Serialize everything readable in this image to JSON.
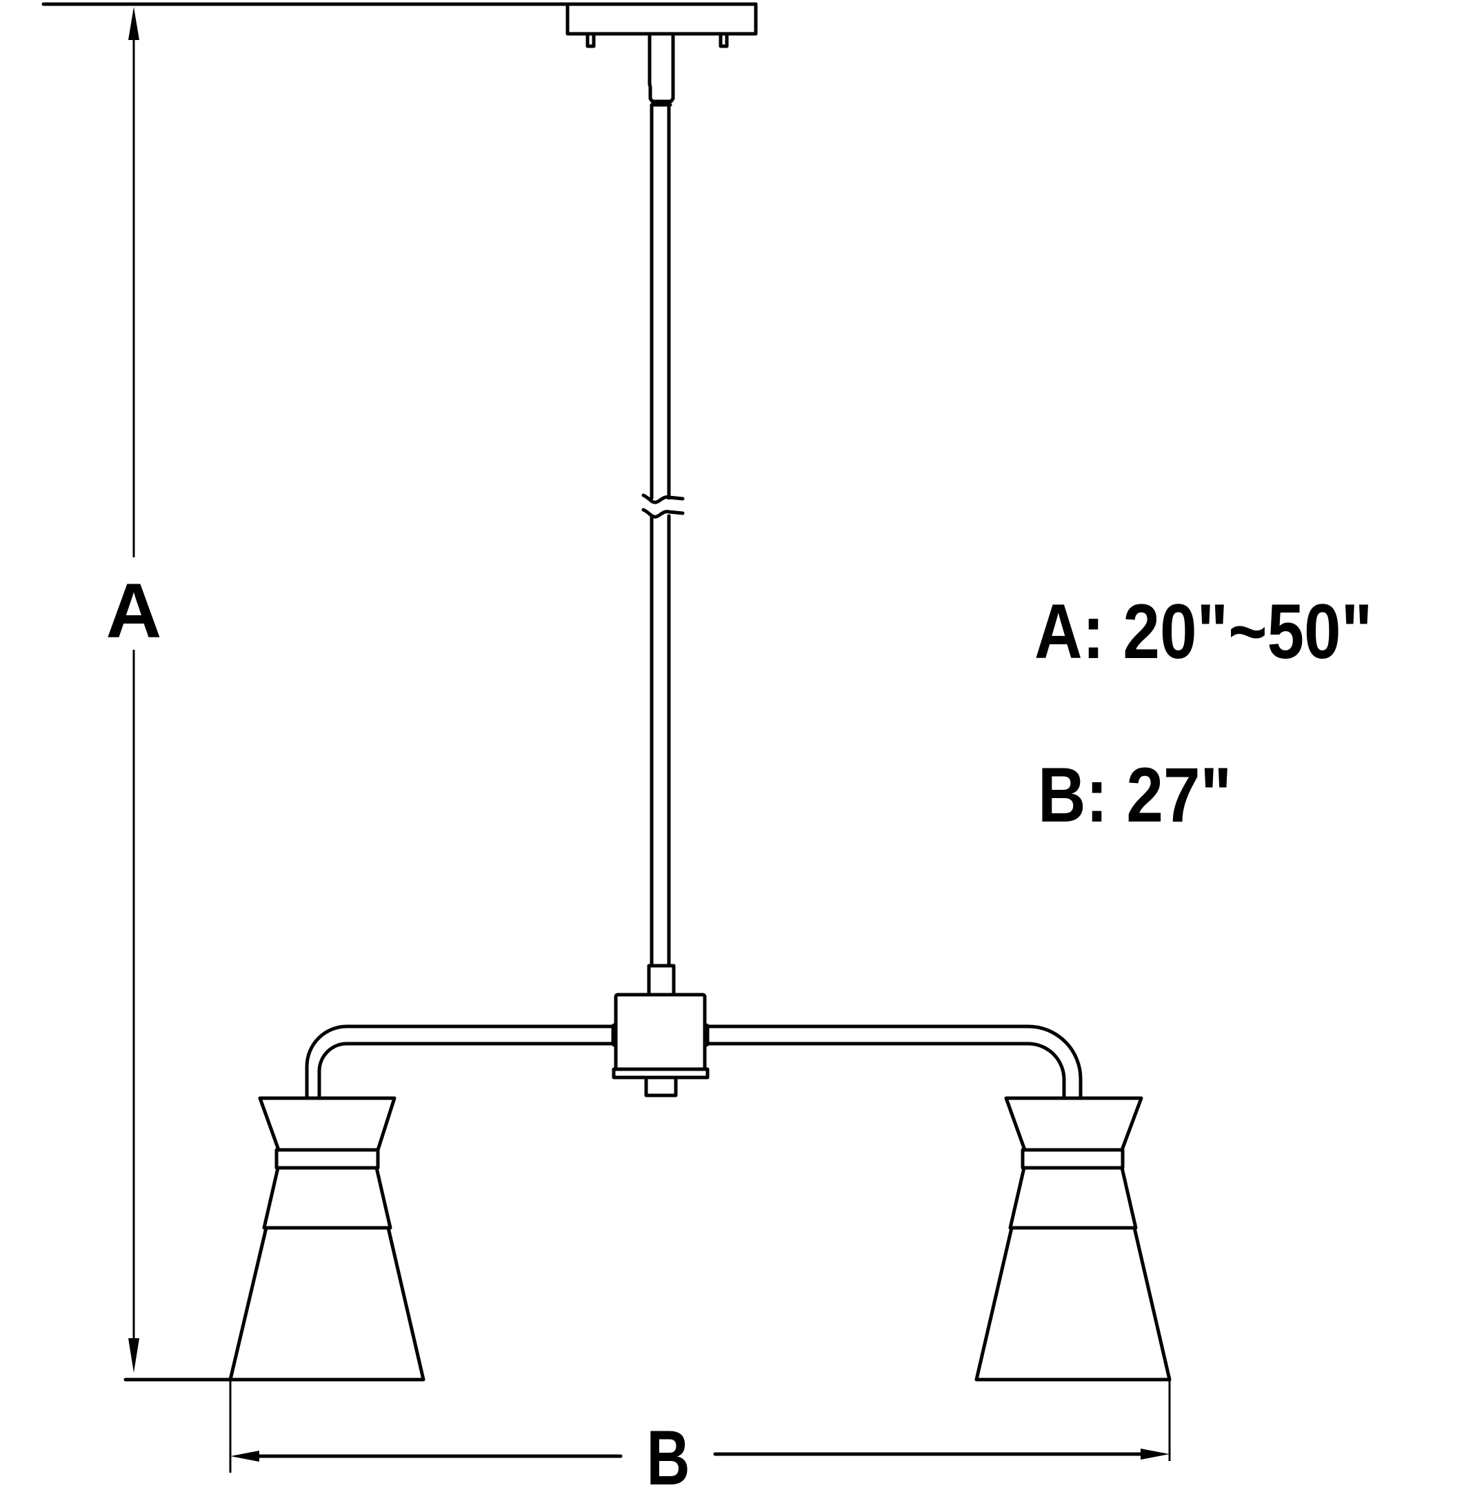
{
  "diagram": {
    "type": "dimension-drawing",
    "subject": "two-light pendant fixture with downrod and cone shades",
    "dimension_letters": {
      "a": "A",
      "b": "B"
    },
    "specs": [
      {
        "key": "A",
        "label": "A: 20\"~50\"",
        "value": "20\"~50\"",
        "meaning": "overall height (adjustable)"
      },
      {
        "key": "B",
        "label": "B: 27\"",
        "value": "27\"",
        "meaning": "overall width"
      }
    ],
    "colors": {
      "line": "#000000",
      "background": "#ffffff"
    }
  }
}
